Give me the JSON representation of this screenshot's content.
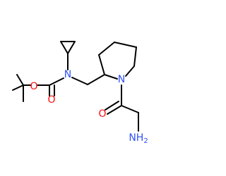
{
  "molecule": {
    "atoms": {
      "n_carbamate": {
        "label": "N",
        "color": "#3050F8"
      },
      "o_ester": {
        "label": "O",
        "color": "#FF0D0D"
      },
      "o_carbonyl_top": {
        "label": "O",
        "color": "#FF0D0D"
      },
      "n_ring": {
        "label": "N",
        "color": "#3050F8"
      },
      "o_carbonyl_bottom": {
        "label": "O",
        "color": "#FF0D0D"
      },
      "nh2": {
        "label": "NH",
        "subscript": "2",
        "color": "#3050F8"
      }
    },
    "bond_color": "#000000"
  }
}
